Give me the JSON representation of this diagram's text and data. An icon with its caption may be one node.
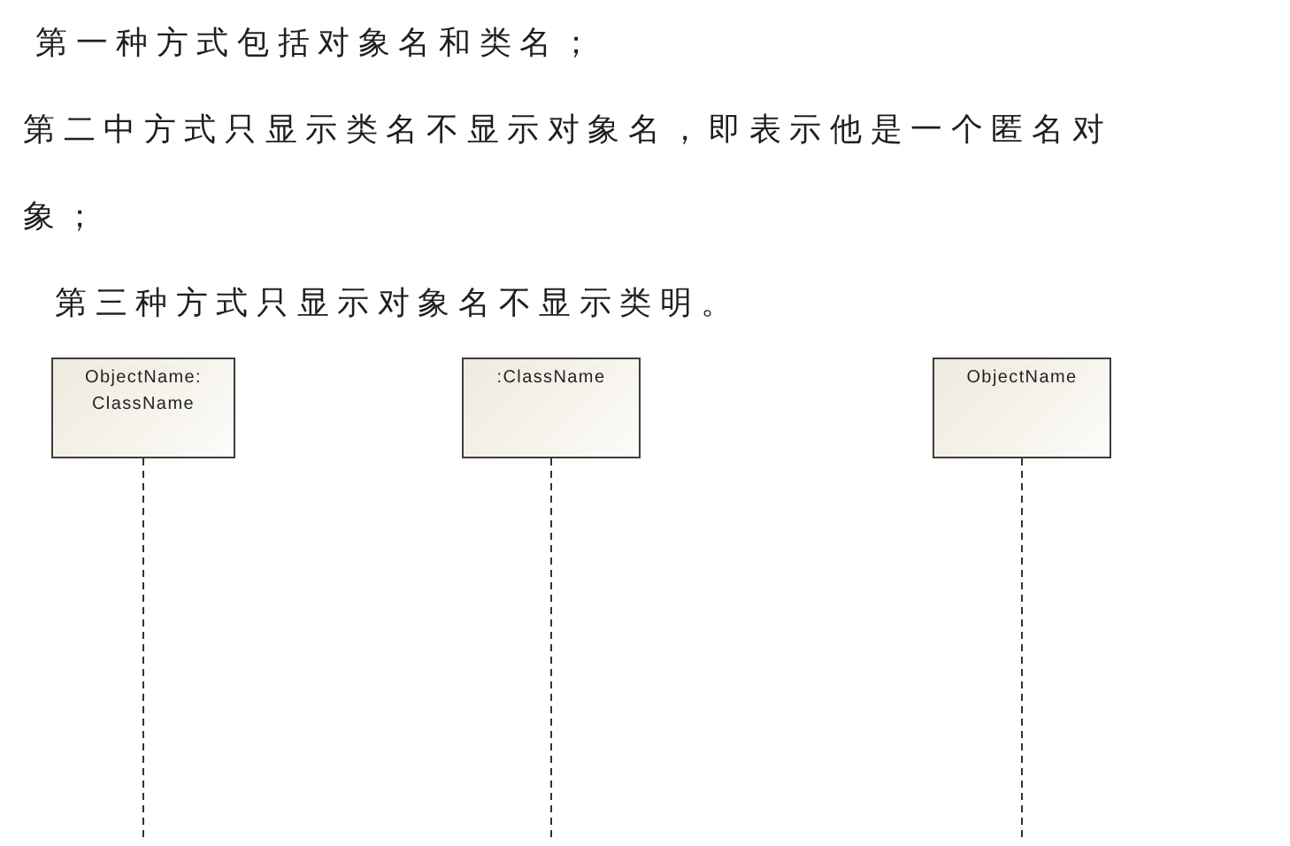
{
  "diagram": {
    "nodes": [
      {
        "text": [
          "ObjectName: ClassName"
        ]
      },
      {
        "text": [
          ":ClassName"
        ]
      },
      {
        "text": [
          "ObjectName"
        ]
      }
    ],
    "edges": [
      {
        "from": 0,
        "to": null,
        "arrow": "none",
        "style": "dashed"
      },
      {
        "from": 1,
        "to": null,
        "arrow": "none",
        "style": "dashed"
      },
      {
        "from": 2,
        "to": null,
        "arrow": "none",
        "style": "dashed"
      }
    ],
    "labels": [
      "第一种方式包括对象名和类名；",
      "第二中方式只显示类名不显示对象名，即表示他是一个匿名对象；",
      "第三种方式只显示对象名不显示类明。"
    ]
  }
}
